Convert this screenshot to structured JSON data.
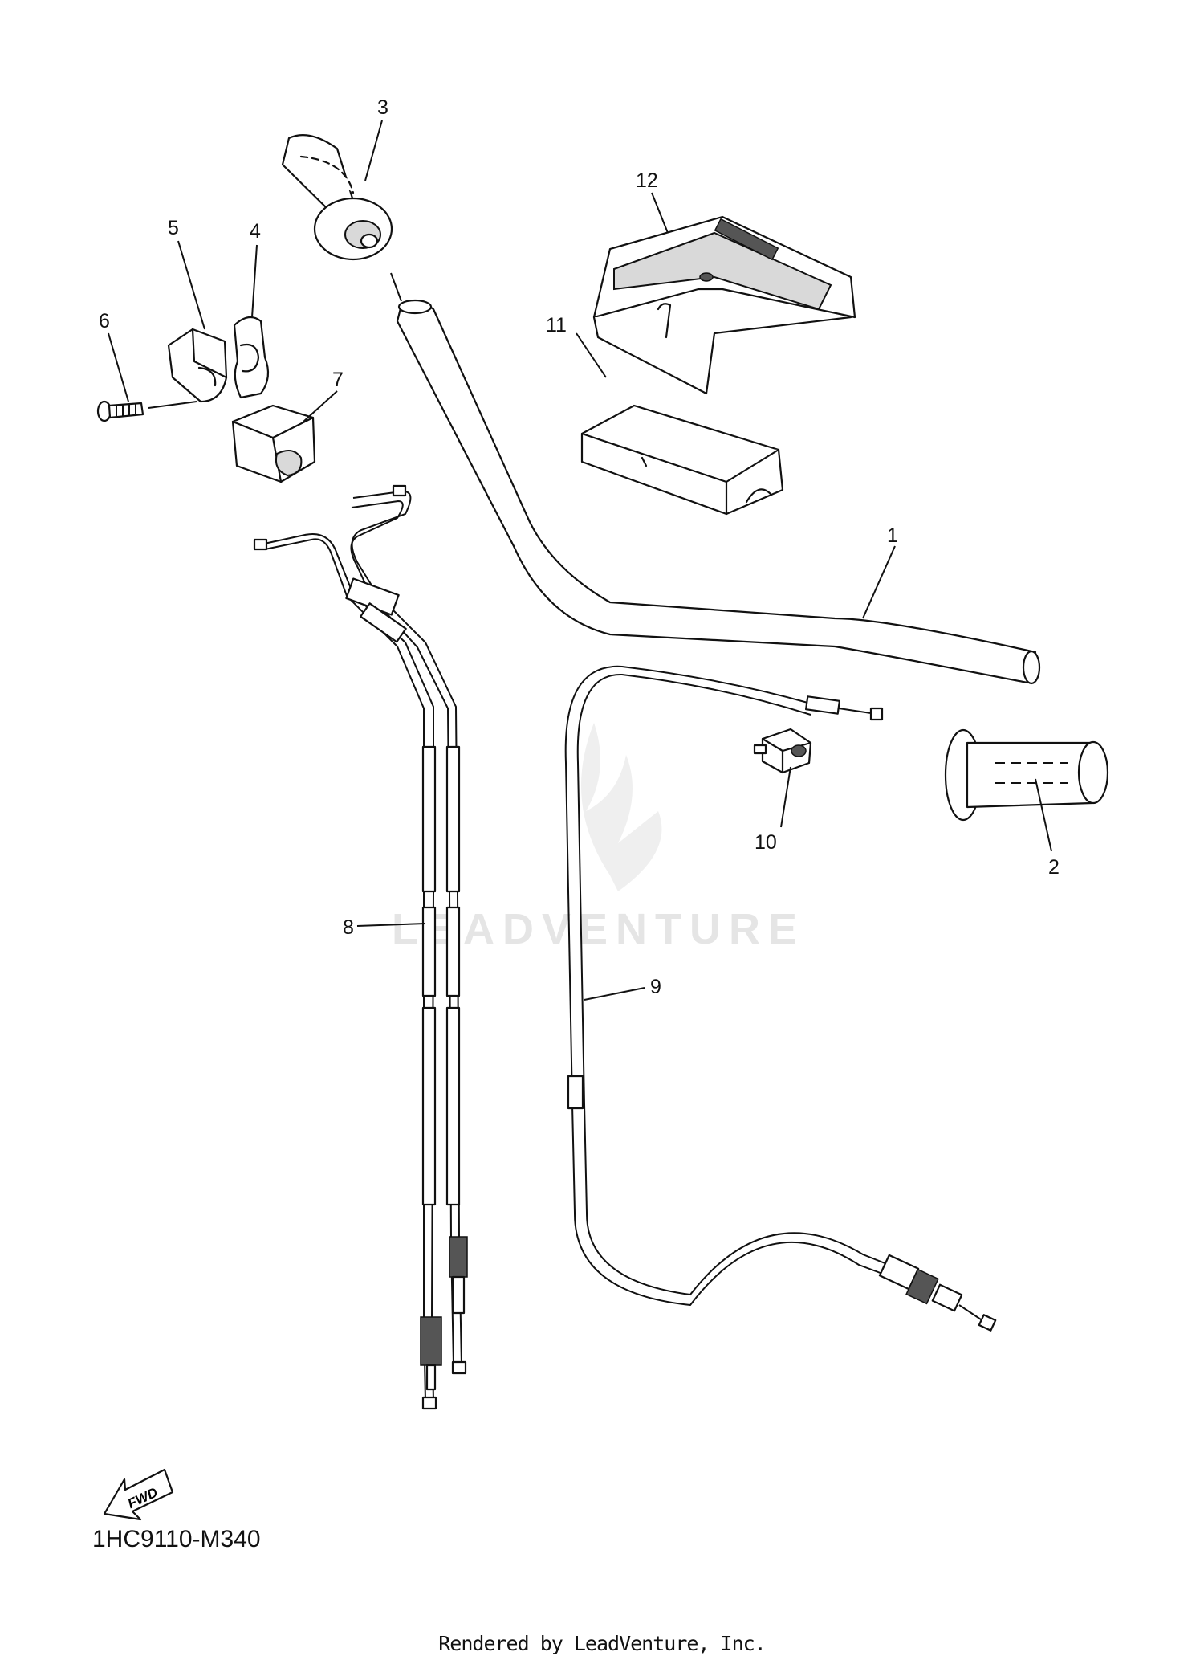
{
  "callouts": [
    {
      "id": "1",
      "label": "1"
    },
    {
      "id": "2",
      "label": "2"
    },
    {
      "id": "3",
      "label": "3"
    },
    {
      "id": "4",
      "label": "4"
    },
    {
      "id": "5",
      "label": "5"
    },
    {
      "id": "6",
      "label": "6"
    },
    {
      "id": "7",
      "label": "7"
    },
    {
      "id": "8",
      "label": "8"
    },
    {
      "id": "9",
      "label": "9"
    },
    {
      "id": "10",
      "label": "10"
    },
    {
      "id": "11",
      "label": "11"
    },
    {
      "id": "12",
      "label": "12"
    }
  ],
  "fwd_label": "FWD",
  "watermark": "LEADVENTURE",
  "diagram_code": "1HC9110-M340",
  "render_credit": "Rendered by LeadVenture, Inc."
}
